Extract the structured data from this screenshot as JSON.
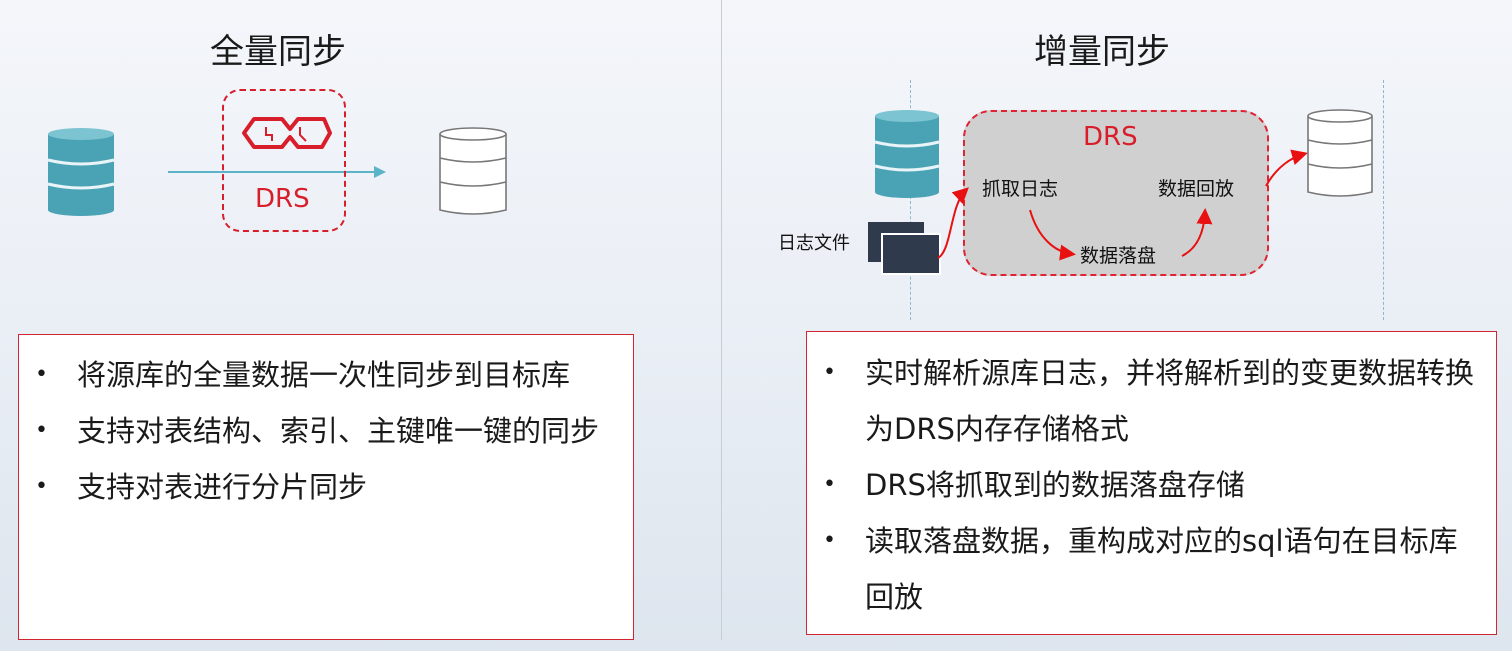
{
  "full_sync": {
    "title": "全量同步",
    "drs_label": "DRS",
    "bullets": [
      "将源库的全量数据一次性同步到目标库",
      "支持对表结构、索引、主键唯一键的同步",
      "支持对表进行分片同步"
    ]
  },
  "incremental_sync": {
    "title": "增量同步",
    "drs_label": "DRS",
    "log_file_label": "日志文件",
    "steps": {
      "capture": "抓取日志",
      "store": "数据落盘",
      "replay": "数据回放"
    },
    "bullets": [
      "实时解析源库日志，并将解析到的变更数据转换为DRS内存存储格式",
      "DRS将抓取到的数据落盘存储",
      "读取落盘数据，重构成对应的sql语句在目标库回放"
    ]
  },
  "colors": {
    "accent_red": "#d81e2b",
    "db_teal": "#4aa3b4",
    "flow_arrow": "#5bb4c7",
    "log_dark": "#2f3a4c",
    "drs_fill": "#d0d0d0"
  }
}
